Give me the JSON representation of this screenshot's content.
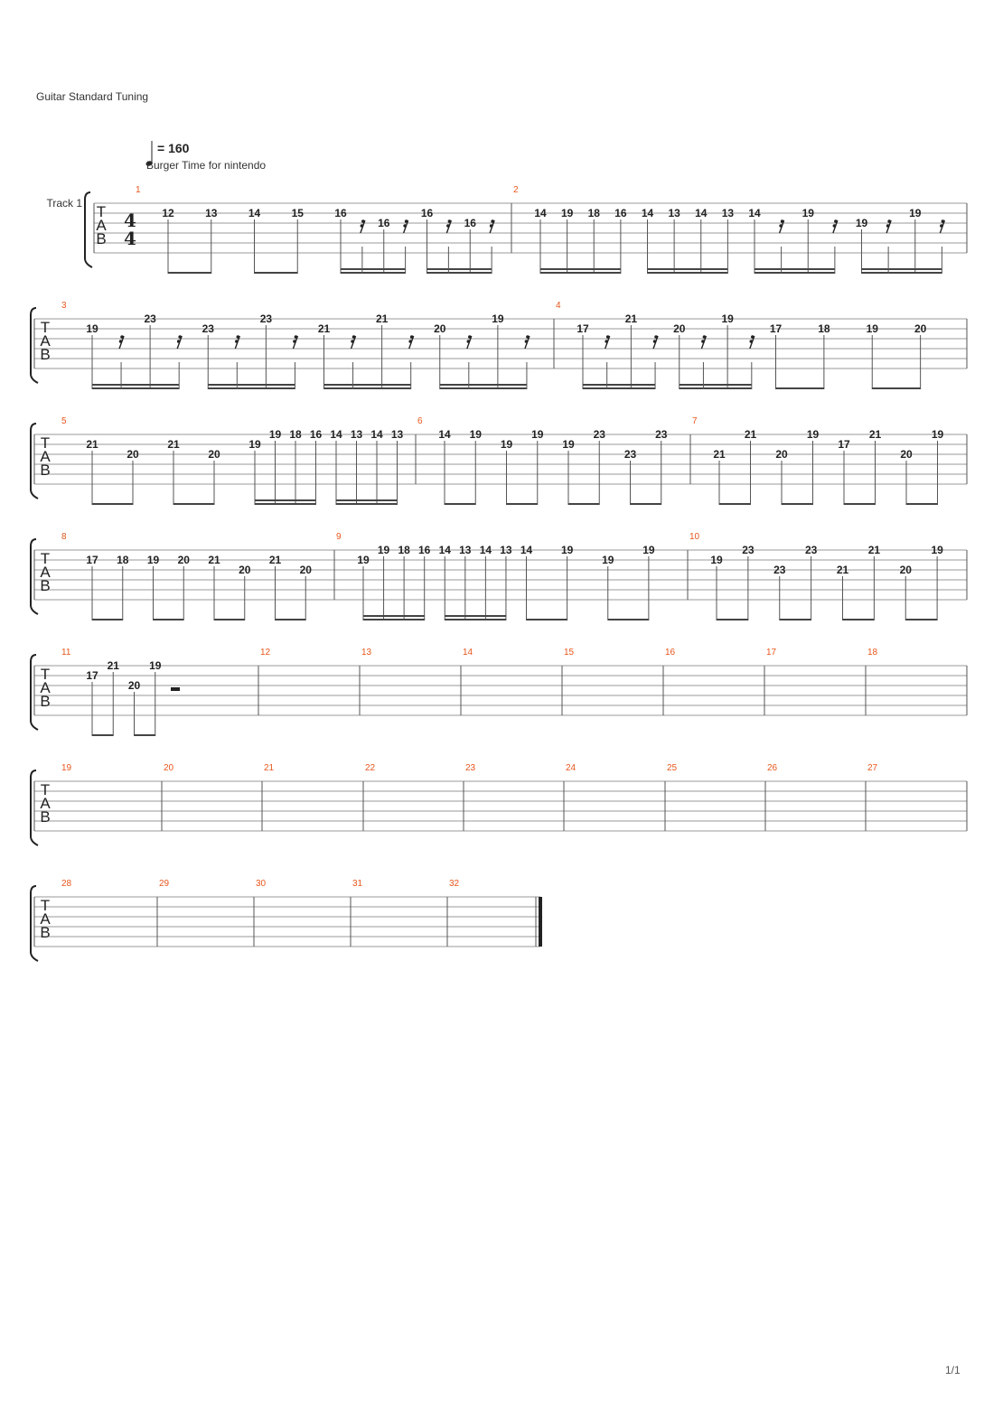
{
  "header": {
    "tuning": "Guitar Standard Tuning",
    "tempo": "= 160",
    "title": "Burger Time for nintendo"
  },
  "track_name": "Track 1",
  "tab_letters": [
    "T",
    "A",
    "B"
  ],
  "time_signature": {
    "numerator": "4",
    "denominator": "4"
  },
  "page_number": "1/1",
  "colors": {
    "measure_number": "#e8561c",
    "staff": "#999999",
    "text": "#222222"
  },
  "systems": [
    {
      "measures": [
        {
          "number": "1",
          "groups": [
            {
              "beam": 1,
              "events": [
                {
                  "fret": "12",
                  "string": 1
                },
                {
                  "fret": "13",
                  "string": 1
                }
              ]
            },
            {
              "beam": 1,
              "events": [
                {
                  "fret": "14",
                  "string": 1
                },
                {
                  "fret": "15",
                  "string": 1
                }
              ]
            },
            {
              "beam": 2,
              "events": [
                {
                  "fret": "16",
                  "string": 1
                },
                {
                  "rest": true
                },
                {
                  "fret": "16",
                  "string": 2
                },
                {
                  "rest": true
                }
              ]
            },
            {
              "beam": 2,
              "events": [
                {
                  "fret": "16",
                  "string": 1
                },
                {
                  "rest": true
                },
                {
                  "fret": "16",
                  "string": 2
                },
                {
                  "rest": true
                }
              ]
            }
          ]
        },
        {
          "number": "2",
          "groups": [
            {
              "beam": 2,
              "events": [
                {
                  "fret": "14",
                  "string": 1
                },
                {
                  "fret": "19",
                  "string": 1
                },
                {
                  "fret": "18",
                  "string": 1
                },
                {
                  "fret": "16",
                  "string": 1
                }
              ]
            },
            {
              "beam": 2,
              "events": [
                {
                  "fret": "14",
                  "string": 1
                },
                {
                  "fret": "13",
                  "string": 1
                },
                {
                  "fret": "14",
                  "string": 1
                },
                {
                  "fret": "13",
                  "string": 1
                }
              ]
            },
            {
              "beam": 2,
              "events": [
                {
                  "fret": "14",
                  "string": 1
                },
                {
                  "rest": true
                },
                {
                  "fret": "19",
                  "string": 1
                },
                {
                  "rest": true
                }
              ]
            },
            {
              "beam": 2,
              "events": [
                {
                  "fret": "19",
                  "string": 2
                },
                {
                  "rest": true
                },
                {
                  "fret": "19",
                  "string": 1
                },
                {
                  "rest": true
                }
              ]
            }
          ]
        }
      ]
    },
    {
      "measures": [
        {
          "number": "3",
          "groups": [
            {
              "beam": 2,
              "events": [
                {
                  "fret": "19",
                  "string": 1
                },
                {
                  "rest": true
                },
                {
                  "fret": "23",
                  "string": 0
                },
                {
                  "rest": true
                }
              ]
            },
            {
              "beam": 2,
              "events": [
                {
                  "fret": "23",
                  "string": 1
                },
                {
                  "rest": true
                },
                {
                  "fret": "23",
                  "string": 0
                },
                {
                  "rest": true
                }
              ]
            },
            {
              "beam": 2,
              "events": [
                {
                  "fret": "21",
                  "string": 1
                },
                {
                  "rest": true
                },
                {
                  "fret": "21",
                  "string": 0
                },
                {
                  "rest": true
                }
              ]
            },
            {
              "beam": 2,
              "events": [
                {
                  "fret": "20",
                  "string": 1
                },
                {
                  "rest": true
                },
                {
                  "fret": "19",
                  "string": 0
                },
                {
                  "rest": true
                }
              ]
            }
          ]
        },
        {
          "number": "4",
          "groups": [
            {
              "beam": 2,
              "events": [
                {
                  "fret": "17",
                  "string": 1
                },
                {
                  "rest": true
                },
                {
                  "fret": "21",
                  "string": 0
                },
                {
                  "rest": true
                }
              ]
            },
            {
              "beam": 2,
              "events": [
                {
                  "fret": "20",
                  "string": 1
                },
                {
                  "rest": true
                },
                {
                  "fret": "19",
                  "string": 0
                },
                {
                  "rest": true
                }
              ]
            },
            {
              "beam": 1,
              "events": [
                {
                  "fret": "17",
                  "string": 1
                },
                {
                  "fret": "18",
                  "string": 1
                }
              ]
            },
            {
              "beam": 1,
              "events": [
                {
                  "fret": "19",
                  "string": 1
                },
                {
                  "fret": "20",
                  "string": 1
                }
              ]
            }
          ]
        }
      ]
    },
    {
      "measures": [
        {
          "number": "5",
          "groups": [
            {
              "beam": 1,
              "events": [
                {
                  "fret": "21",
                  "string": 1
                },
                {
                  "fret": "20",
                  "string": 2
                }
              ]
            },
            {
              "beam": 1,
              "events": [
                {
                  "fret": "21",
                  "string": 1
                },
                {
                  "fret": "20",
                  "string": 2
                }
              ]
            },
            {
              "beam": 2,
              "events": [
                {
                  "fret": "19",
                  "string": 1
                },
                {
                  "fret": "19",
                  "string": 0
                },
                {
                  "fret": "18",
                  "string": 0
                },
                {
                  "fret": "16",
                  "string": 0
                }
              ]
            },
            {
              "beam": 2,
              "events": [
                {
                  "fret": "14",
                  "string": 0
                },
                {
                  "fret": "13",
                  "string": 0
                },
                {
                  "fret": "14",
                  "string": 0
                },
                {
                  "fret": "13",
                  "string": 0
                }
              ]
            }
          ]
        },
        {
          "number": "6",
          "groups": [
            {
              "beam": 1,
              "events": [
                {
                  "fret": "14",
                  "string": 0
                },
                {
                  "fret": "19",
                  "string": 0
                }
              ]
            },
            {
              "beam": 1,
              "events": [
                {
                  "fret": "19",
                  "string": 1
                },
                {
                  "fret": "19",
                  "string": 0
                }
              ]
            },
            {
              "beam": 1,
              "events": [
                {
                  "fret": "19",
                  "string": 1
                },
                {
                  "fret": "23",
                  "string": 0
                }
              ]
            },
            {
              "beam": 1,
              "events": [
                {
                  "fret": "23",
                  "string": 2
                },
                {
                  "fret": "23",
                  "string": 0
                }
              ]
            }
          ]
        },
        {
          "number": "7",
          "groups": [
            {
              "beam": 1,
              "events": [
                {
                  "fret": "21",
                  "string": 2
                },
                {
                  "fret": "21",
                  "string": 0
                }
              ]
            },
            {
              "beam": 1,
              "events": [
                {
                  "fret": "20",
                  "string": 2
                },
                {
                  "fret": "19",
                  "string": 0
                }
              ]
            },
            {
              "beam": 1,
              "events": [
                {
                  "fret": "17",
                  "string": 1
                },
                {
                  "fret": "21",
                  "string": 0
                }
              ]
            },
            {
              "beam": 1,
              "events": [
                {
                  "fret": "20",
                  "string": 2
                },
                {
                  "fret": "19",
                  "string": 0
                }
              ]
            }
          ]
        }
      ]
    },
    {
      "measures": [
        {
          "number": "8",
          "groups": [
            {
              "beam": 1,
              "events": [
                {
                  "fret": "17",
                  "string": 1
                },
                {
                  "fret": "18",
                  "string": 1
                }
              ]
            },
            {
              "beam": 1,
              "events": [
                {
                  "fret": "19",
                  "string": 1
                },
                {
                  "fret": "20",
                  "string": 1
                }
              ]
            },
            {
              "beam": 1,
              "events": [
                {
                  "fret": "21",
                  "string": 1
                },
                {
                  "fret": "20",
                  "string": 2
                }
              ]
            },
            {
              "beam": 1,
              "events": [
                {
                  "fret": "21",
                  "string": 1
                },
                {
                  "fret": "20",
                  "string": 2
                }
              ]
            }
          ]
        },
        {
          "number": "9",
          "groups": [
            {
              "beam": 2,
              "events": [
                {
                  "fret": "19",
                  "string": 1
                },
                {
                  "fret": "19",
                  "string": 0
                },
                {
                  "fret": "18",
                  "string": 0
                },
                {
                  "fret": "16",
                  "string": 0
                }
              ]
            },
            {
              "beam": 2,
              "events": [
                {
                  "fret": "14",
                  "string": 0
                },
                {
                  "fret": "13",
                  "string": 0
                },
                {
                  "fret": "14",
                  "string": 0
                },
                {
                  "fret": "13",
                  "string": 0
                }
              ]
            },
            {
              "beam": 1,
              "events": [
                {
                  "fret": "14",
                  "string": 0
                },
                {
                  "fret": "19",
                  "string": 0
                }
              ]
            },
            {
              "beam": 1,
              "events": [
                {
                  "fret": "19",
                  "string": 1
                },
                {
                  "fret": "19",
                  "string": 0
                }
              ]
            }
          ]
        },
        {
          "number": "10",
          "groups": [
            {
              "beam": 1,
              "events": [
                {
                  "fret": "19",
                  "string": 1
                },
                {
                  "fret": "23",
                  "string": 0
                }
              ]
            },
            {
              "beam": 1,
              "events": [
                {
                  "fret": "23",
                  "string": 2
                },
                {
                  "fret": "23",
                  "string": 0
                }
              ]
            },
            {
              "beam": 1,
              "events": [
                {
                  "fret": "21",
                  "string": 2
                },
                {
                  "fret": "21",
                  "string": 0
                }
              ]
            },
            {
              "beam": 1,
              "events": [
                {
                  "fret": "20",
                  "string": 2
                },
                {
                  "fret": "19",
                  "string": 0
                }
              ]
            }
          ]
        }
      ]
    },
    {
      "measures": [
        {
          "number": "11",
          "groups": [
            {
              "beam": 1,
              "events": [
                {
                  "fret": "17",
                  "string": 1
                },
                {
                  "fret": "21",
                  "string": 0
                }
              ]
            },
            {
              "beam": 1,
              "events": [
                {
                  "fret": "20",
                  "string": 2
                },
                {
                  "fret": "19",
                  "string": 0
                }
              ]
            },
            {
              "halfrest": true
            }
          ]
        },
        {
          "number": "12",
          "groups": []
        },
        {
          "number": "13",
          "groups": []
        },
        {
          "number": "14",
          "groups": []
        },
        {
          "number": "15",
          "groups": []
        },
        {
          "number": "16",
          "groups": []
        },
        {
          "number": "17",
          "groups": []
        },
        {
          "number": "18",
          "groups": []
        }
      ]
    },
    {
      "measures": [
        {
          "number": "19",
          "groups": []
        },
        {
          "number": "20",
          "groups": []
        },
        {
          "number": "21",
          "groups": []
        },
        {
          "number": "22",
          "groups": []
        },
        {
          "number": "23",
          "groups": []
        },
        {
          "number": "24",
          "groups": []
        },
        {
          "number": "25",
          "groups": []
        },
        {
          "number": "26",
          "groups": []
        },
        {
          "number": "27",
          "groups": []
        }
      ]
    },
    {
      "measures": [
        {
          "number": "28",
          "groups": []
        },
        {
          "number": "29",
          "groups": []
        },
        {
          "number": "30",
          "groups": []
        },
        {
          "number": "31",
          "groups": []
        },
        {
          "number": "32",
          "groups": []
        }
      ],
      "final": true
    }
  ]
}
